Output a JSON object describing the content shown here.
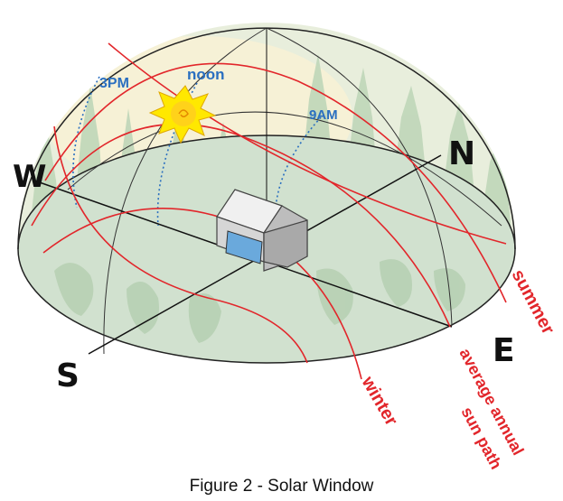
{
  "caption": "Figure 2 - Solar Window",
  "directions": {
    "north": "N",
    "south": "S",
    "east": "E",
    "west": "W"
  },
  "times": {
    "afternoon": "3PM",
    "noon": "noon",
    "morning": "9AM"
  },
  "paths": {
    "summer": "summer",
    "average_line1": "average annual",
    "average_line2": "sun path",
    "winter": "winter"
  },
  "colors": {
    "sun_path": "#e2262b",
    "hour_line": "#2a6fc0",
    "dome_fill": "#d3e3cf",
    "sky_fill": "#f3f0d8",
    "sun": "#ffe800"
  }
}
